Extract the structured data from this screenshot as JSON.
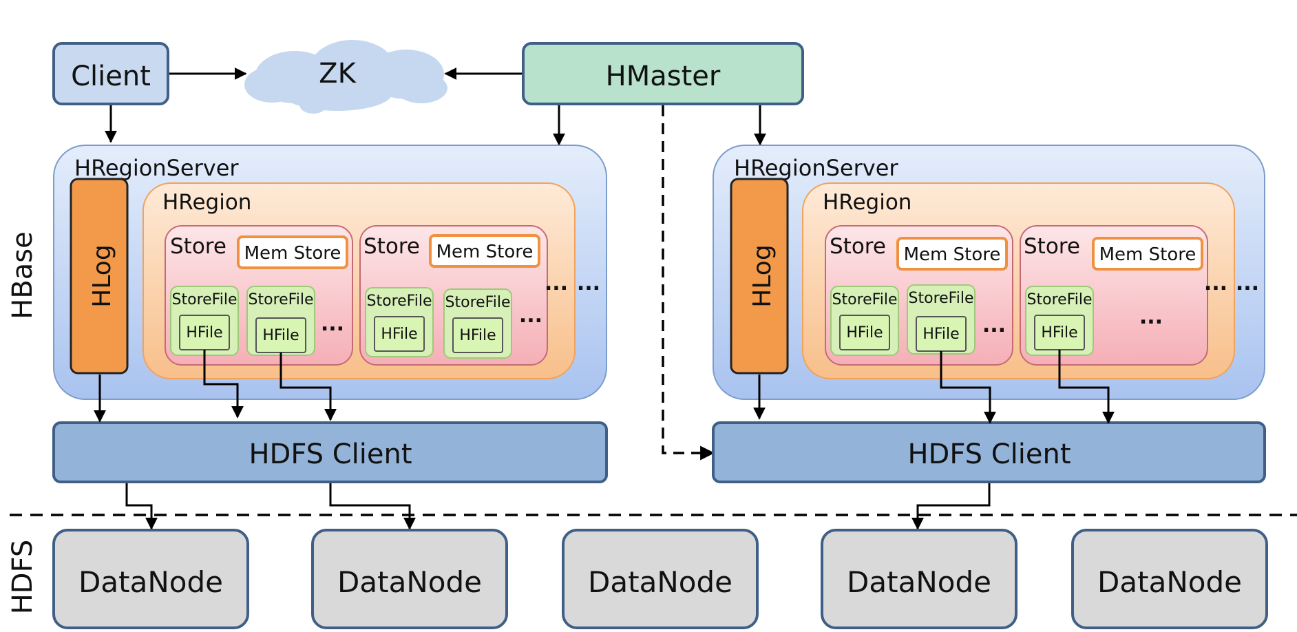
{
  "labels": {
    "client": "Client",
    "zk": "ZK",
    "hmaster": "HMaster",
    "hbase": "HBase",
    "hdfs": "HDFS"
  },
  "region_servers": [
    {
      "title": "HRegionServer",
      "hlog": "HLog",
      "region": "HRegion",
      "stores": [
        {
          "label": "Store",
          "memstore": "Mem Store",
          "storefiles": [
            "StoreFile",
            "StoreFile"
          ],
          "hfiles": [
            "HFile",
            "HFile"
          ],
          "more": "..."
        },
        {
          "label": "Store",
          "memstore": "Mem Store",
          "storefiles": [
            "StoreFile",
            "StoreFile"
          ],
          "hfiles": [
            "HFile",
            "HFile"
          ],
          "more": "..."
        }
      ],
      "more_stores": "...",
      "more_regions": "...",
      "hdfs_client": "HDFS Client"
    },
    {
      "title": "HRegionServer",
      "hlog": "HLog",
      "region": "HRegion",
      "stores": [
        {
          "label": "Store",
          "memstore": "Mem Store",
          "storefiles": [
            "StoreFile",
            "StoreFile"
          ],
          "hfiles": [
            "HFile",
            "HFile"
          ],
          "more": "..."
        },
        {
          "label": "Store",
          "memstore": "Mem Store",
          "storefiles": [
            "StoreFile"
          ],
          "hfiles": [
            "HFile"
          ],
          "more": "..."
        }
      ],
      "more_stores": "...",
      "more_regions": "...",
      "hdfs_client": "HDFS Client"
    }
  ],
  "datanodes": [
    "DataNode",
    "DataNode",
    "DataNode",
    "DataNode",
    "DataNode"
  ],
  "colors": {
    "client_fill": "#c9daf0",
    "client_stroke": "#3f5f87",
    "zk_fill": "#c5d8ef",
    "hmaster_fill": "#b8e2cc",
    "server_fill_top": "#e2ecfb",
    "server_fill_bottom": "#aac4ef",
    "hlog_fill": "#f39a4a",
    "region_fill_top": "#fde5cf",
    "region_fill_bottom": "#f8c08d",
    "store_fill_top": "#fde1e3",
    "store_fill_bottom": "#f6b3ba",
    "memstore_stroke": "#f0913f",
    "storefile_fill": "#d6f0b7",
    "hdfs_client_fill": "#93b3d9",
    "datanode_fill": "#d9d9d9",
    "box_stroke": "#3f5f87"
  }
}
